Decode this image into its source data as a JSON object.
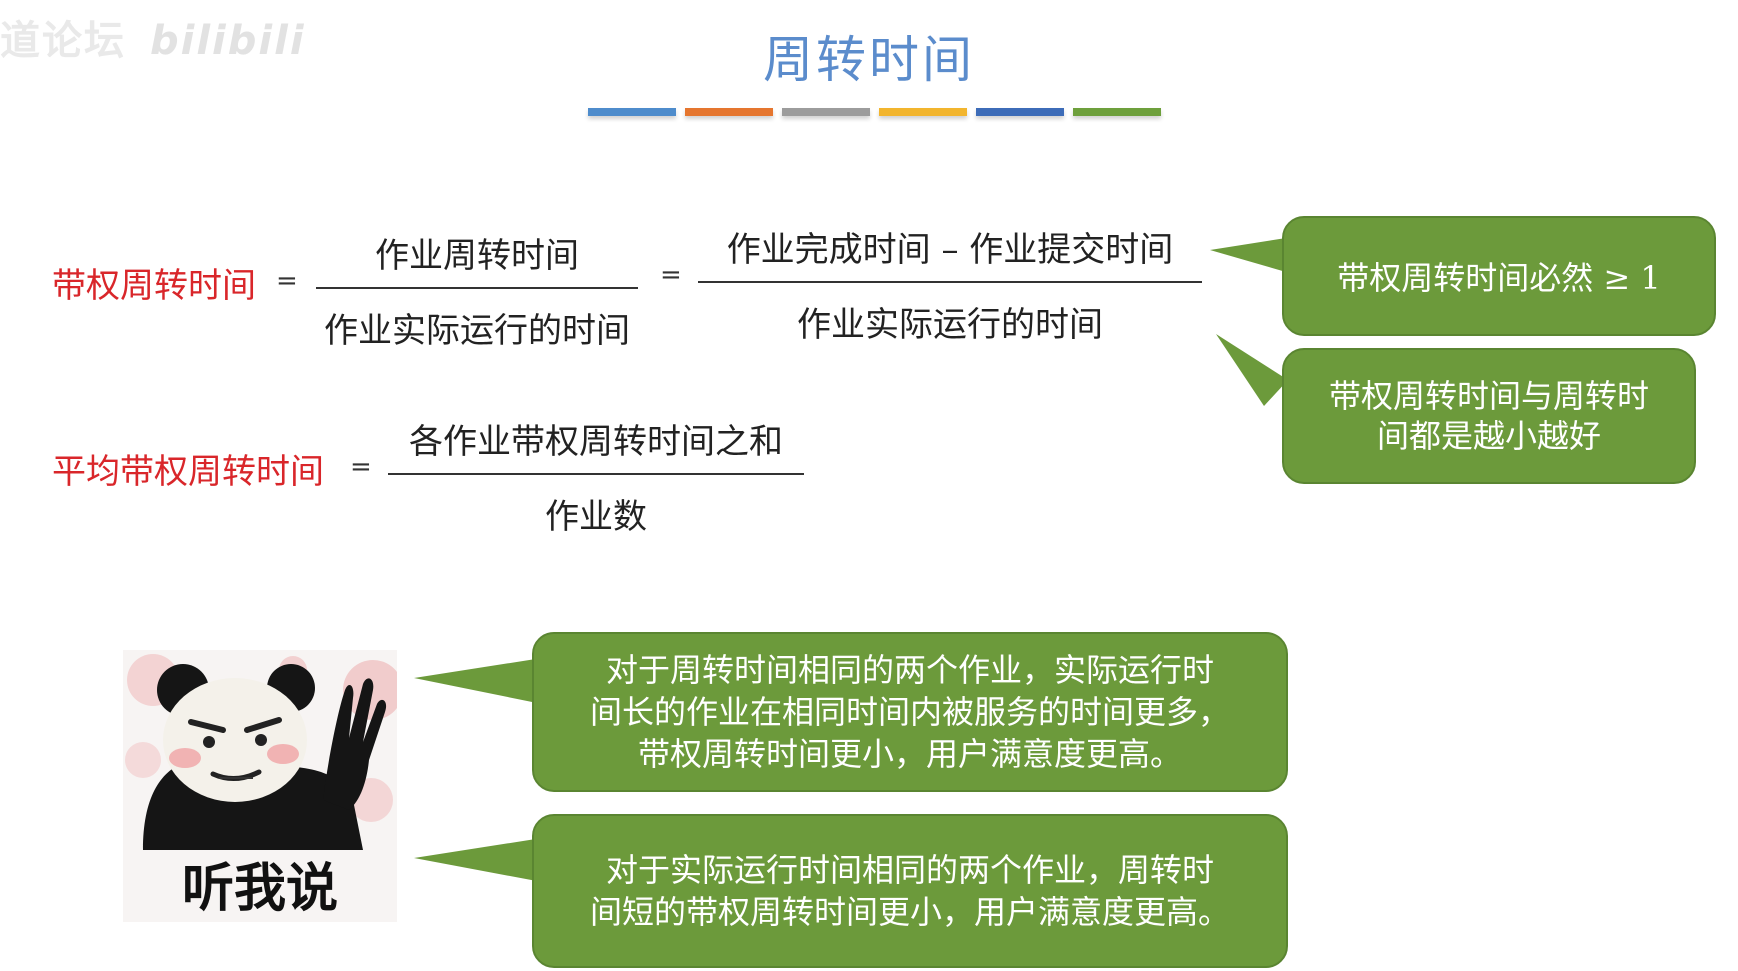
{
  "watermark": {
    "text": "道论坛",
    "logo": "bilibili"
  },
  "title": "周转时间",
  "accent_bars": [
    "#4e8ccc",
    "#e5762f",
    "#9c9c9c",
    "#f2b52e",
    "#3d6cb8",
    "#6ea03c"
  ],
  "formula1": {
    "label": "带权周转时间",
    "eq1": "=",
    "frac1_num": "作业周转时间",
    "frac1_den": "作业实际运行的时间",
    "eq2": "=",
    "frac2_num": "作业完成时间 – 作业提交时间",
    "frac2_den": "作业实际运行的时间"
  },
  "formula2": {
    "label": "平均带权周转时间",
    "eq": "=",
    "num": "各作业带权周转时间之和",
    "den": "作业数"
  },
  "callouts": {
    "c1": "带权周转时间必然 ≥ 1",
    "c2_line1": "带权周转时间与周转时",
    "c2_line2": "间都是越小越好",
    "c3_line1": "对于周转时间相同的两个作业，实际运行时",
    "c3_line2": "间长的作业在相同时间内被服务的时间更多，",
    "c3_line3": "带权周转时间更小，用户满意度更高。",
    "c4_line1": "对于实际运行时间相同的两个作业，周转时",
    "c4_line2": "间短的带权周转时间更小，用户满意度更高。"
  },
  "meme": {
    "caption": "听我说",
    "icon": "panda-meme-icon"
  },
  "colors": {
    "title": "#5b8ccc",
    "label_red": "#d9262a",
    "callout_green": "#6c9a3b"
  }
}
